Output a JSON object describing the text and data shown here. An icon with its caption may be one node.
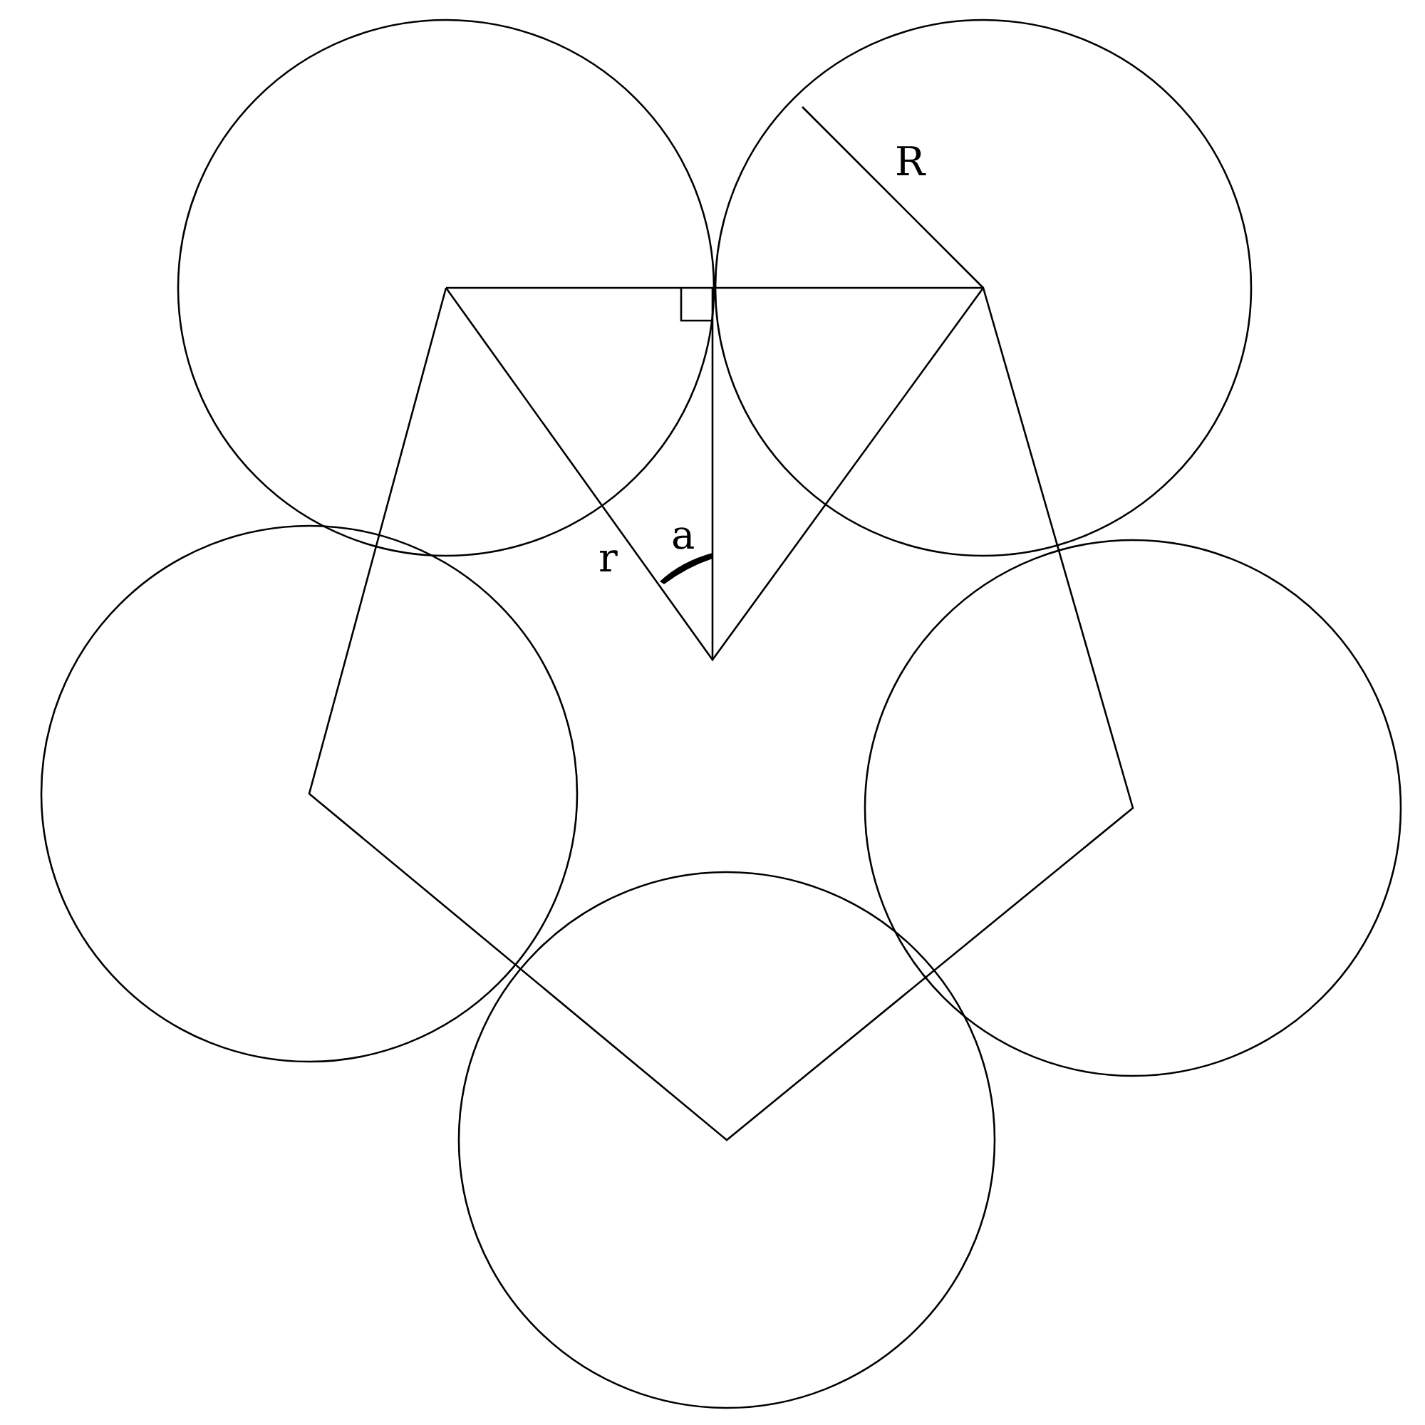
{
  "diagram": {
    "labels": [
      "R",
      "r",
      "a"
    ]
  }
}
